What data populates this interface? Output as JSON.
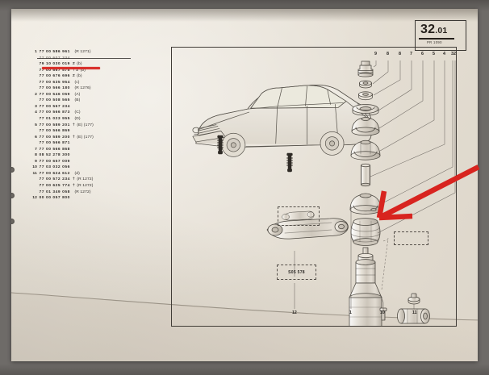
{
  "document": {
    "page_number": "32",
    "page_decimal": ".01",
    "page_sub_label": "PR 1090",
    "type": "automotive-parts-catalogue-page"
  },
  "parts_list": {
    "rows": [
      {
        "index": "1",
        "number": "77 00 586 961",
        "symbol": "",
        "suffix": "(R 1271)",
        "struck": false,
        "underlined_red": true
      },
      {
        "index": "",
        "number": "77 00 607 334",
        "symbol": "",
        "suffix": "",
        "struck": true,
        "underlined_red": false
      },
      {
        "index": "",
        "number": "79 10 030 019",
        "symbol": "≠",
        "suffix": "(b)",
        "struck": false,
        "underlined_red": false
      },
      {
        "index": "",
        "number": "77 00 667 575",
        "symbol": "† ≠",
        "suffix": "(b)",
        "struck": false,
        "underlined_red": false
      },
      {
        "index": "",
        "number": "77 00 676 696",
        "symbol": "≠",
        "suffix": "(b)",
        "struck": false,
        "underlined_red": false
      },
      {
        "index": "",
        "number": "77 00 635 954",
        "symbol": "",
        "suffix": "(c)",
        "struck": false,
        "underlined_red": false
      },
      {
        "index": "",
        "number": "77 00 566 180",
        "symbol": "",
        "suffix": "(R 1276)",
        "struck": false,
        "underlined_red": false
      },
      {
        "index": "2",
        "number": "77 00 546 059",
        "symbol": "",
        "suffix": "(A)",
        "struck": false,
        "underlined_red": false
      },
      {
        "index": "",
        "number": "77 00 508 565",
        "symbol": "",
        "suffix": "(B)",
        "struck": false,
        "underlined_red": false
      },
      {
        "index": "3",
        "number": "77 00 567 234",
        "symbol": "",
        "suffix": "",
        "struck": false,
        "underlined_red": false
      },
      {
        "index": "4",
        "number": "77 00 566 873",
        "symbol": "",
        "suffix": "(C)",
        "struck": false,
        "underlined_red": false
      },
      {
        "index": "",
        "number": "77 01 023 955",
        "symbol": "",
        "suffix": "(D)",
        "struck": false,
        "underlined_red": false
      },
      {
        "index": "5",
        "number": "77 00 589 201",
        "symbol": "†",
        "suffix": "(E) (177)",
        "struck": false,
        "underlined_red": false
      },
      {
        "index": "",
        "number": "77 00 566 869",
        "symbol": "",
        "suffix": "",
        "struck": false,
        "underlined_red": false
      },
      {
        "index": "6",
        "number": "77 00 589 200",
        "symbol": "†",
        "suffix": "(E) (177)",
        "struck": false,
        "underlined_red": false
      },
      {
        "index": "",
        "number": "77 00 566 871",
        "symbol": "",
        "suffix": "",
        "struck": false,
        "underlined_red": false
      },
      {
        "index": "7",
        "number": "77 00 566 868",
        "symbol": "",
        "suffix": "",
        "struck": false,
        "underlined_red": false
      },
      {
        "index": "8",
        "number": "08 52 278 300",
        "symbol": "",
        "suffix": "",
        "struck": false,
        "underlined_red": false
      },
      {
        "index": "9",
        "number": "77 00 657 009",
        "symbol": "",
        "suffix": "",
        "struck": false,
        "underlined_red": false
      },
      {
        "index": "10",
        "number": "77 03 032 056",
        "symbol": "",
        "suffix": "",
        "struck": false,
        "underlined_red": false
      },
      {
        "index": "11",
        "number": "77 00 624 612",
        "symbol": "",
        "suffix": "(d)",
        "struck": false,
        "underlined_red": false
      },
      {
        "index": "",
        "number": "77 00 572 234",
        "symbol": "†",
        "suffix": "(R 1272)",
        "struck": false,
        "underlined_red": false
      },
      {
        "index": "",
        "number": "77 00 625 774",
        "symbol": "†",
        "suffix": "(R 1272)",
        "struck": false,
        "underlined_red": false
      },
      {
        "index": "",
        "number": "77 01 349 058",
        "symbol": "",
        "suffix": "(R 1272)",
        "struck": false,
        "underlined_red": false
      },
      {
        "index": "12",
        "number": "00 00 057 800",
        "symbol": "",
        "suffix": "",
        "struck": false,
        "underlined_red": false
      }
    ]
  },
  "diagram": {
    "top_callouts": [
      "9",
      "8",
      "8",
      "7",
      "6",
      "5",
      "4",
      "3",
      "2"
    ],
    "bottom_callouts": [
      "12",
      "1",
      "10",
      "11"
    ],
    "reference_box_code": "S05 578",
    "empty_reference_box": "",
    "vehicle_illustration": "hatchback-car-line-drawing",
    "subject": "front-suspension-strut-exploded-view"
  },
  "annotations": {
    "red_arrow": "hand-drawn-red-arrow-pointing-down-left",
    "red_underline": "hand-drawn-red-underline-on-row-1"
  },
  "colors": {
    "paper": "#e9e4da",
    "ink": "#2e2b28",
    "marker_red": "#d8241f",
    "photo_background": "#6d6a68"
  }
}
